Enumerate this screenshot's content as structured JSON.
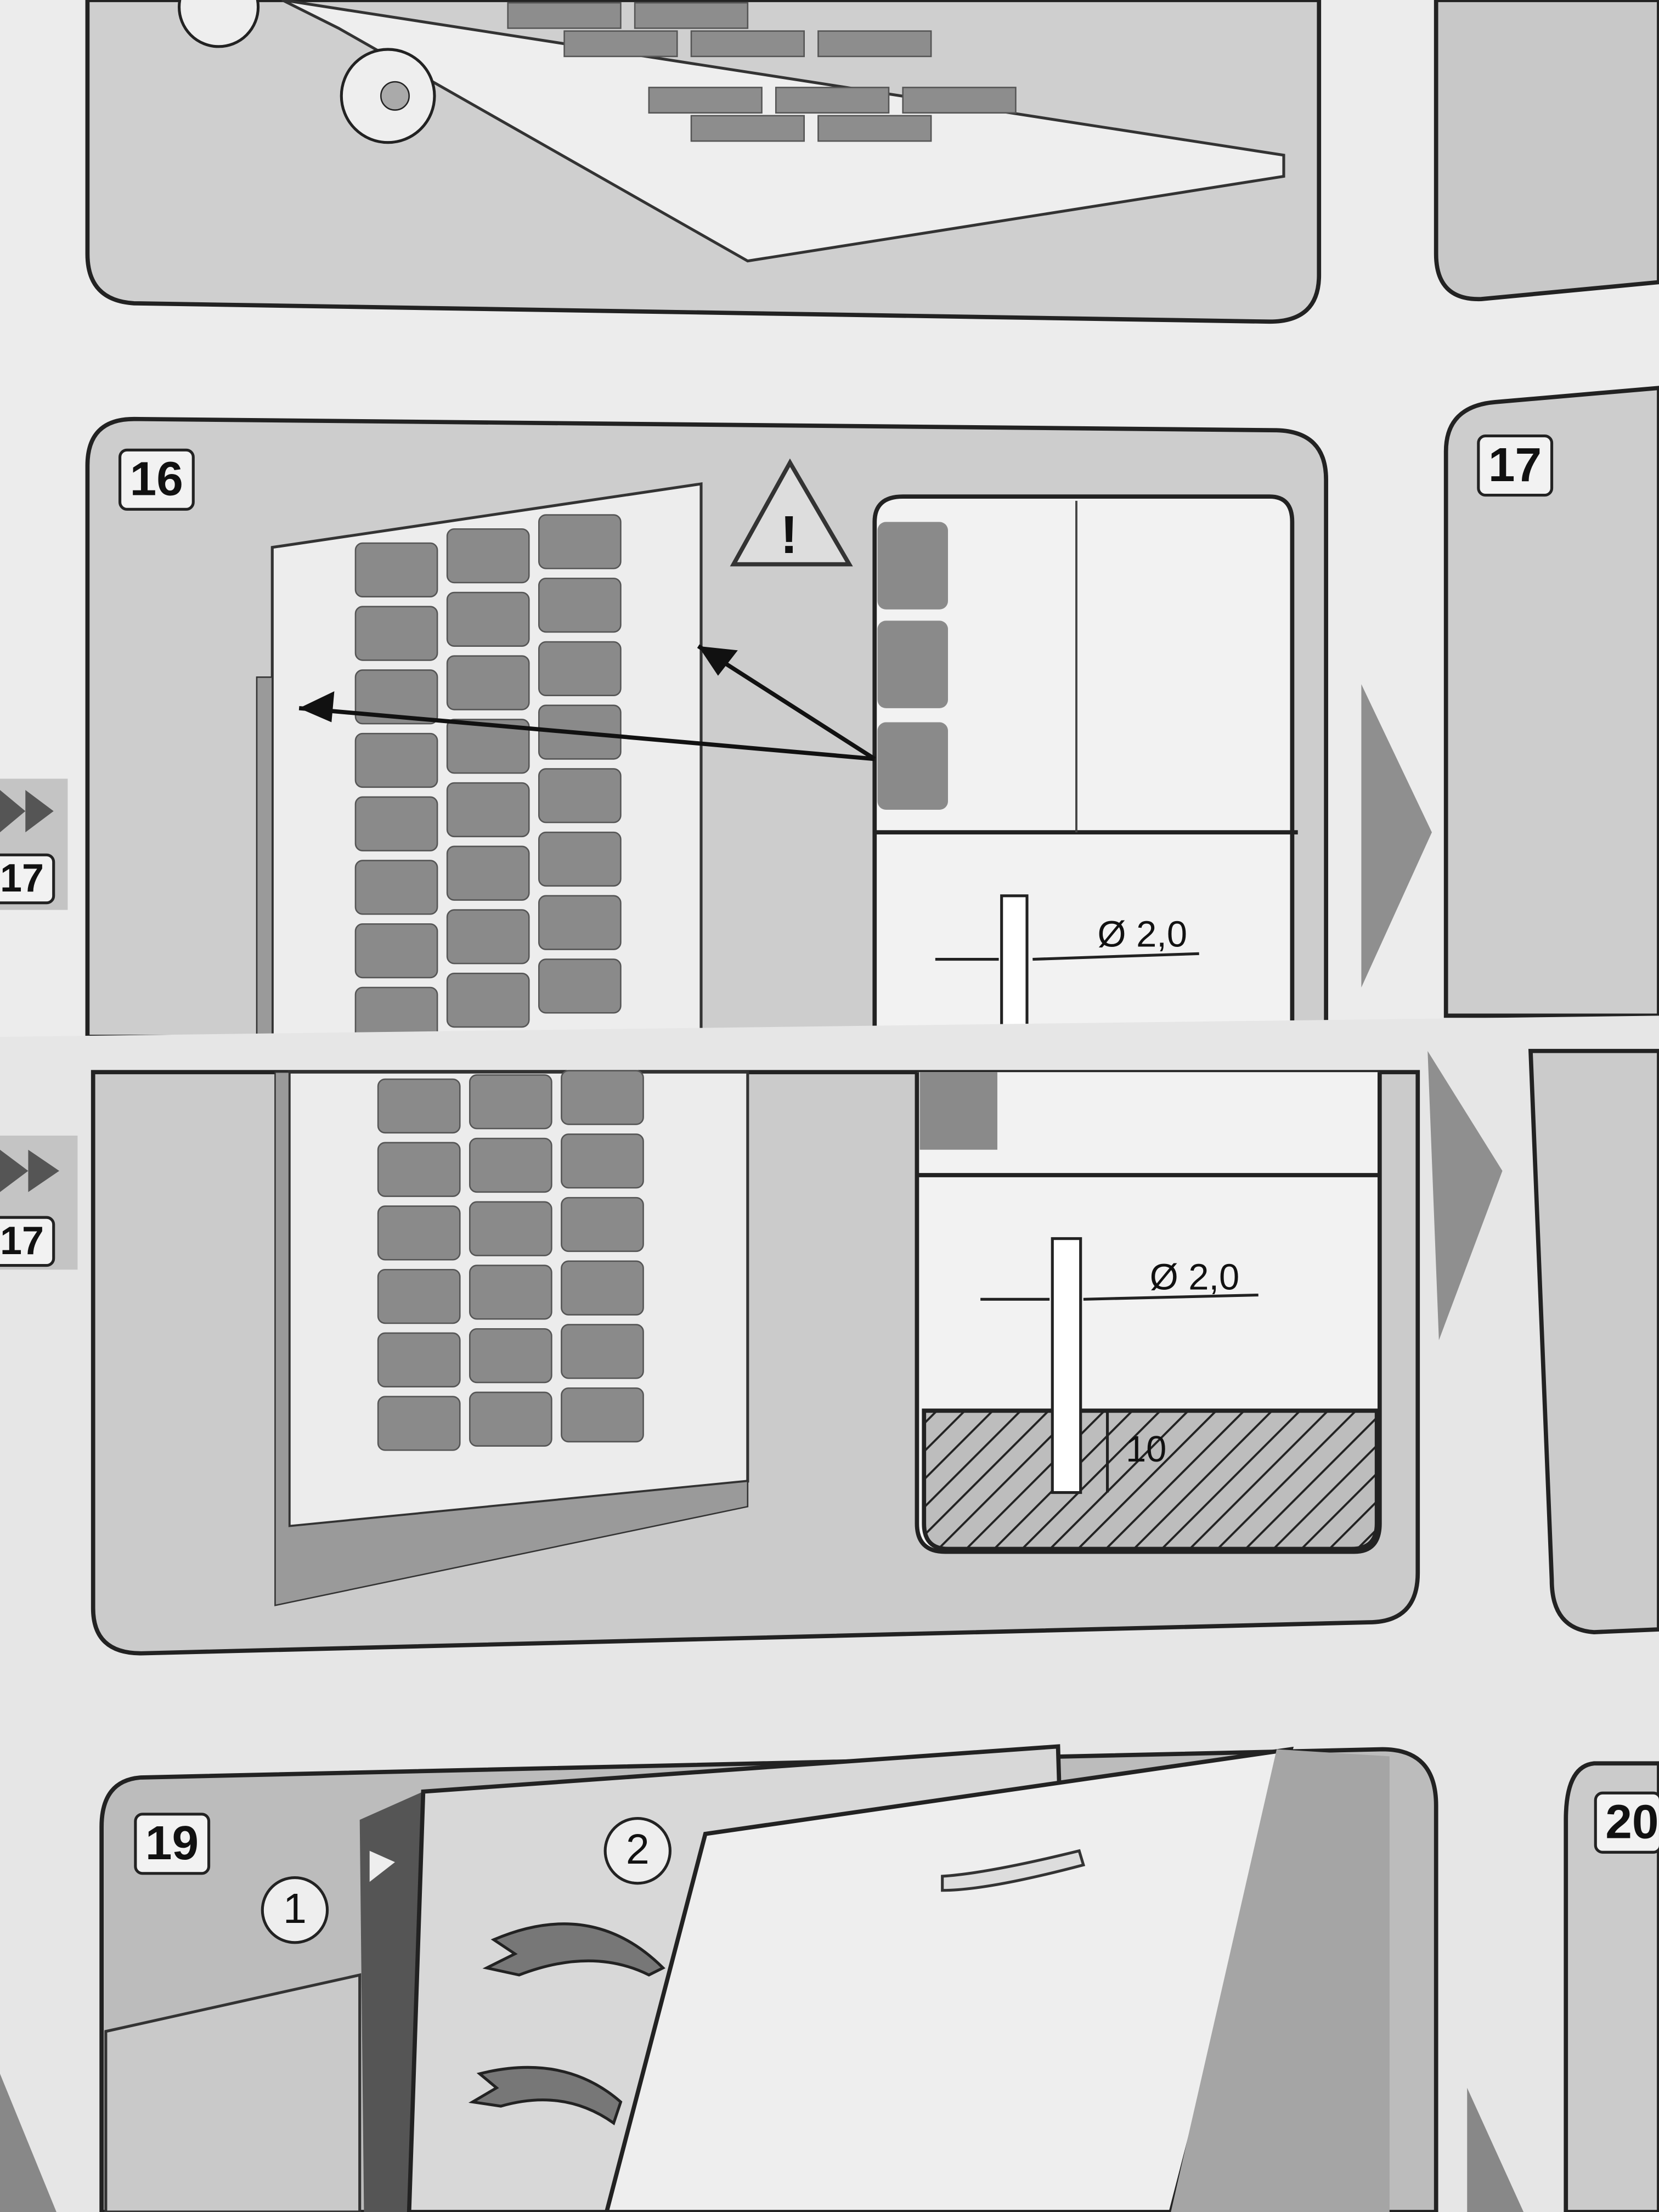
{
  "steps": {
    "s16": "16",
    "s17": "17",
    "s19": "19",
    "s20": "20"
  },
  "side_ref": {
    "top": "17",
    "bottom": "17"
  },
  "drill": {
    "diameter_top": "Ø 2,0",
    "diameter_bottom": "Ø 2,0",
    "depth": "10"
  },
  "step19": {
    "callout1": "1",
    "callout2": "2"
  },
  "icons": [
    "warning-triangle-icon",
    "next-arrow-icon",
    "double-chevron-icon"
  ]
}
